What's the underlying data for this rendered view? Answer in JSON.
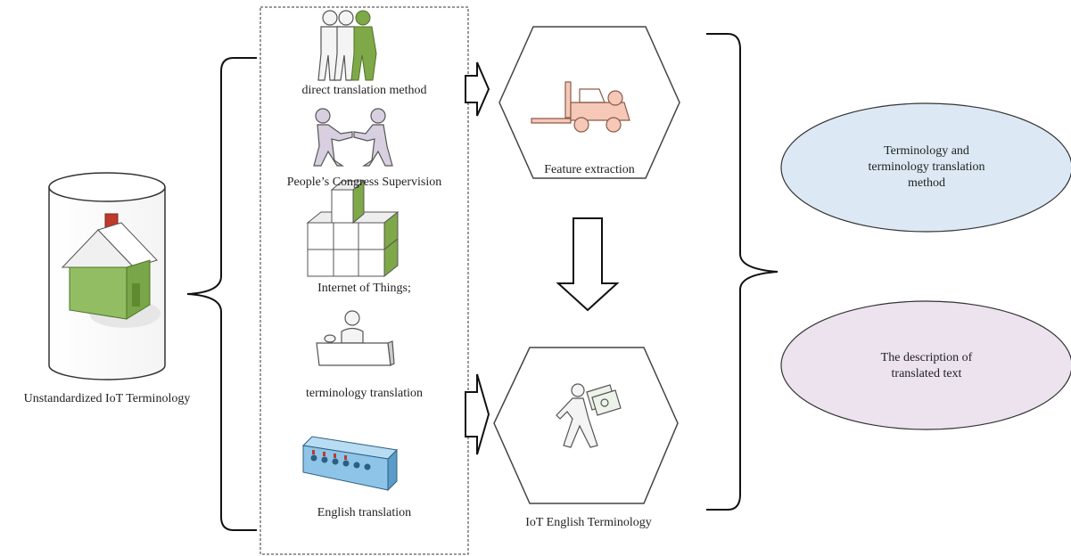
{
  "source": {
    "label": "Unstandardized IoT Terminology",
    "icon": "house-cylinder-icon"
  },
  "methods": [
    {
      "label": "direct translation method",
      "icon": "people-group-icon"
    },
    {
      "label": "People’s Congress Supervision",
      "icon": "handshake-icon"
    },
    {
      "label": "Internet of Things;",
      "icon": "stacked-boxes-icon"
    },
    {
      "label": "terminology translation",
      "icon": "reception-desk-icon"
    },
    {
      "label": "English translation",
      "icon": "network-switch-icon"
    }
  ],
  "process": {
    "feature_extraction": {
      "label": "Feature extraction",
      "icon": "forklift-icon"
    },
    "iot_english": {
      "label": "IoT English Terminology",
      "icon": "walking-person-money-icon"
    }
  },
  "outputs": [
    {
      "label_lines": [
        "Terminology and",
        "terminology translation",
        "method"
      ],
      "fill": "#dce9f5"
    },
    {
      "label_lines": [
        "The description of",
        "translated text"
      ],
      "fill": "#ece3ef"
    }
  ],
  "colors": {
    "green": "#7fa848",
    "green_dark": "#5f8a30",
    "blue_device": "#8ec4e8",
    "forklift": "#f5c8b8",
    "stroke": "#444444"
  }
}
